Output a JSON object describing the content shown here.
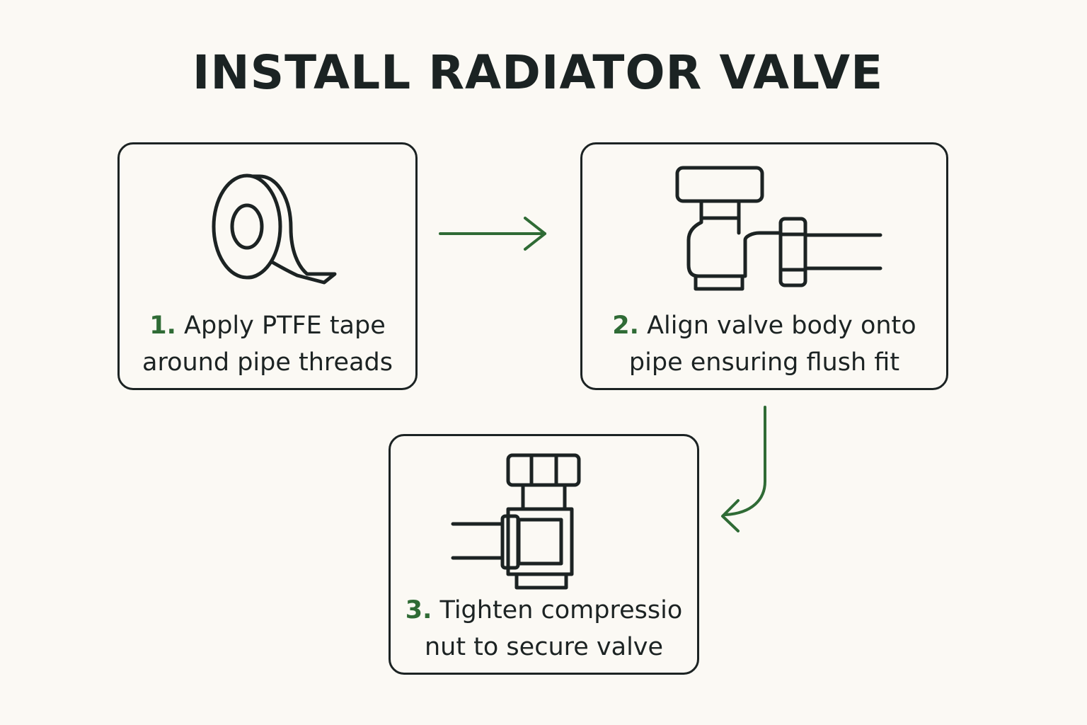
{
  "title": "INSTALL RADIATOR VALVE",
  "colors": {
    "accent": "#2f6b35",
    "ink": "#1c2323",
    "background": "#fbf9f4"
  },
  "steps": [
    {
      "number": "1.",
      "line1": "Apply PTFE tape",
      "line2": "around pipe threads",
      "icon": "ptfe-tape-roll-icon"
    },
    {
      "number": "2.",
      "line1": "Align valve body onto",
      "line2": "pipe ensuring flush fit",
      "icon": "valve-body-pipe-icon"
    },
    {
      "number": "3.",
      "line1": "Tighten compressio",
      "line2": "nut to secure valve",
      "icon": "compression-nut-valve-icon"
    }
  ]
}
